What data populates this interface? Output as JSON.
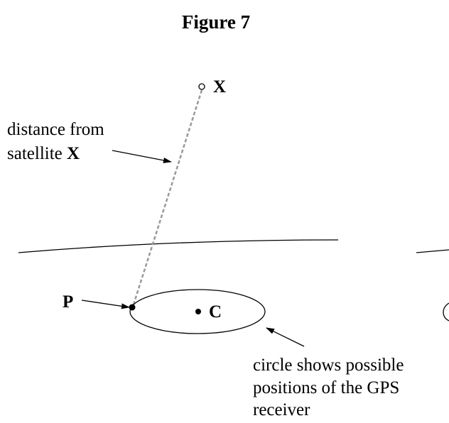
{
  "figure": {
    "title": "Figure 7"
  },
  "labels": {
    "satellite_point": "X",
    "receiver_point": "P",
    "center_point": "C",
    "distance_line1": "distance from",
    "distance_line2_prefix": "satellite ",
    "distance_line2_bold": "X",
    "circle_line1": "circle shows possible",
    "circle_line2": "positions of the GPS",
    "circle_line3": "receiver"
  },
  "colors": {
    "ink": "#000000",
    "dashed_line": "#999999",
    "background": "#ffffff"
  }
}
